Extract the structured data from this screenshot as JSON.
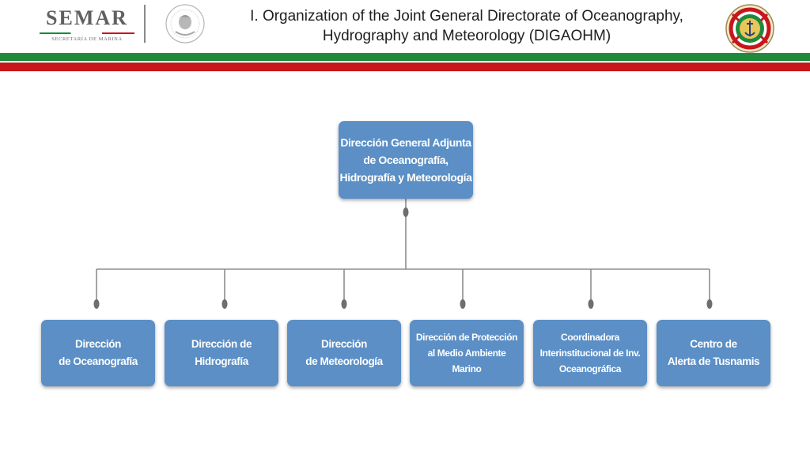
{
  "header": {
    "logo": {
      "name": "SEMAR",
      "subtitle": "SECRETARÍA DE MARINA"
    },
    "title_line1": "I. Organization of the Joint General Directorate of Oceanography,",
    "title_line2": "Hydrography and Meteorology (DIGAOHM)",
    "icons": [
      "semar-logo",
      "mexico-coat-of-arms-seal-icon",
      "digaohm-badge-icon"
    ],
    "colors": {
      "green": "#1f8a3c",
      "red": "#c8161d",
      "box": "#5b8fc6",
      "connector": "#6e6e6e"
    }
  },
  "org_chart": {
    "root": {
      "label": "Dirección General Adjunta\nde Oceanografía,\nHidrografía y Meteorología"
    },
    "children": [
      {
        "label": "Dirección\nde Oceanografía"
      },
      {
        "label": "Dirección de\nHidrografía"
      },
      {
        "label": "Dirección\nde Meteorología"
      },
      {
        "label": "Dirección de Protección\nal Medio Ambiente\nMarino"
      },
      {
        "label": "Coordinadora\nInterinstitucional de Inv.\nOceanográfica"
      },
      {
        "label": "Centro de\nAlerta de Tusnamis"
      }
    ]
  }
}
